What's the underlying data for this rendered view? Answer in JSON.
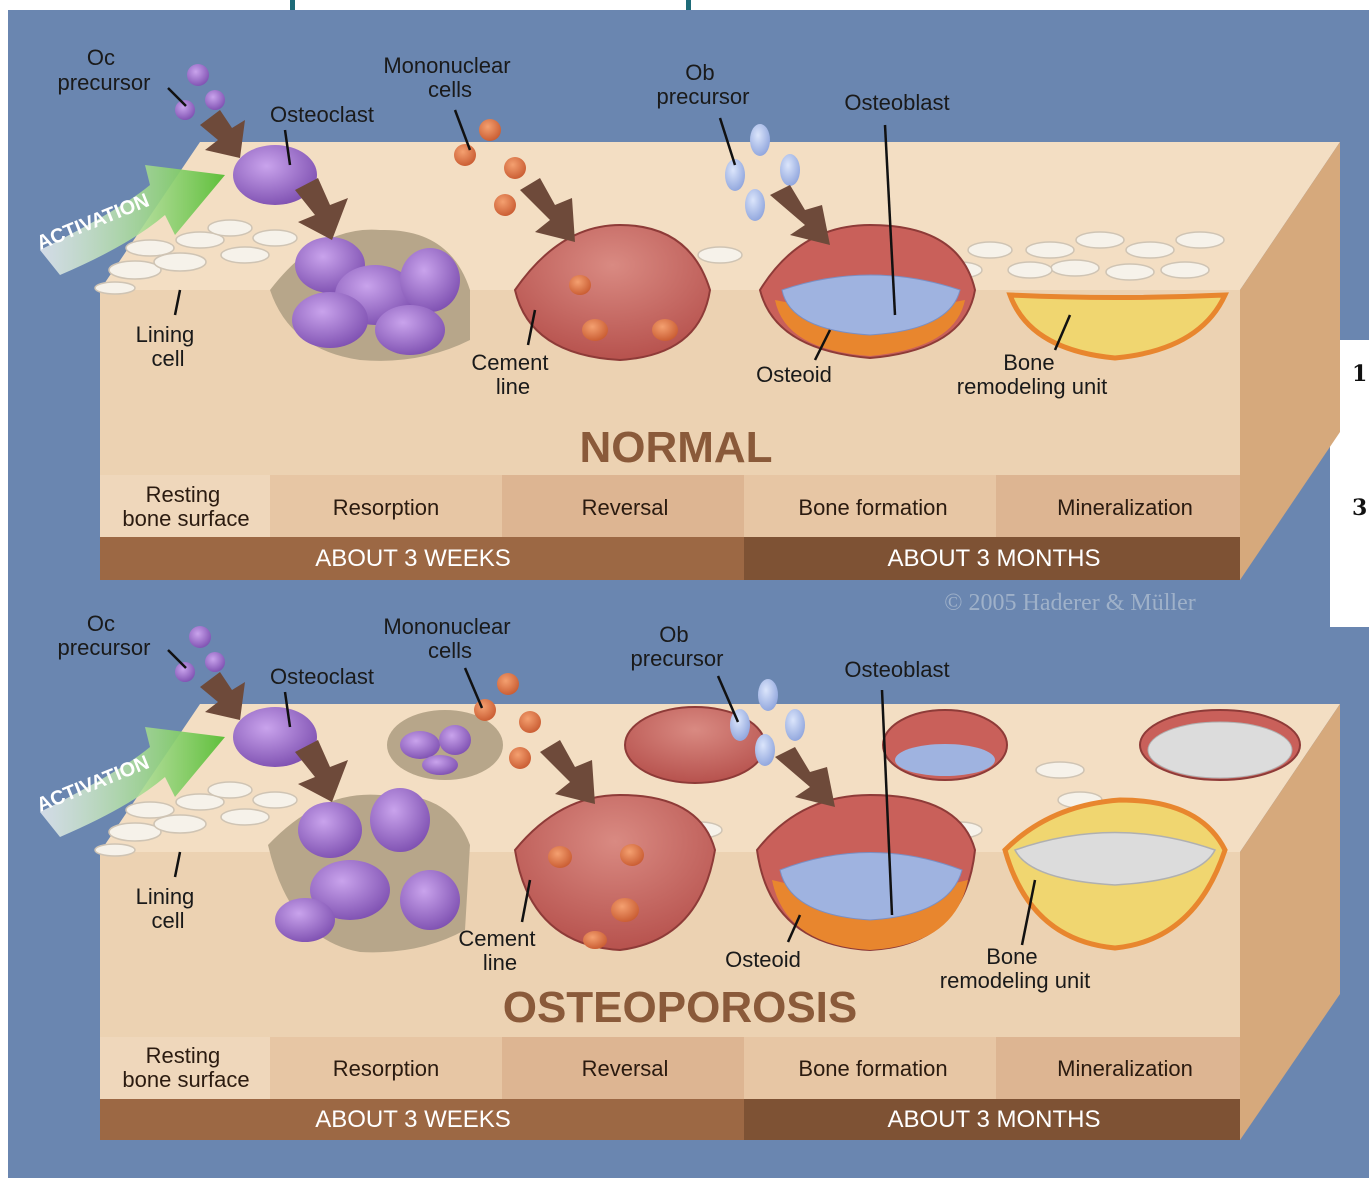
{
  "panels": [
    {
      "title": "NORMAL",
      "labels": {
        "oc_precursor": [
          "Oc",
          "precursor"
        ],
        "osteoclast": "Osteoclast",
        "mononuclear": [
          "Mononuclear",
          "cells"
        ],
        "ob_precursor": [
          "Ob",
          "precursor"
        ],
        "osteoblast": "Osteoblast",
        "activation": "ACTIVATION",
        "lining_cell": [
          "Lining",
          "cell"
        ],
        "cement_line": [
          "Cement",
          "line"
        ],
        "osteoid": "Osteoid",
        "bone_unit": [
          "Bone",
          "remodeling unit"
        ]
      },
      "stages": [
        "Resting bone surface",
        "Resorption",
        "Reversal",
        "Bone formation",
        "Mineralization"
      ],
      "stage_first_lines": [
        "Resting",
        "bone surface"
      ],
      "durations": [
        "ABOUT 3 WEEKS",
        "ABOUT 3 MONTHS"
      ]
    },
    {
      "title": "OSTEOPOROSIS",
      "labels": {
        "oc_precursor": [
          "Oc",
          "precursor"
        ],
        "osteoclast": "Osteoclast",
        "mononuclear": [
          "Mononuclear",
          "cells"
        ],
        "ob_precursor": [
          "Ob",
          "precursor"
        ],
        "osteoblast": "Osteoblast",
        "activation": "ACTIVATION",
        "lining_cell": [
          "Lining",
          "cell"
        ],
        "cement_line": [
          "Cement",
          "line"
        ],
        "osteoid": "Osteoid",
        "bone_unit": [
          "Bone",
          "remodeling unit"
        ]
      },
      "stages": [
        "Resting bone surface",
        "Resorption",
        "Reversal",
        "Bone formation",
        "Mineralization"
      ],
      "stage_first_lines": [
        "Resting",
        "bone surface"
      ],
      "durations": [
        "ABOUT 3 WEEKS",
        "ABOUT 3 MONTHS"
      ]
    }
  ],
  "copyright": "© 2005 Haderer & Müller",
  "side_numbers": [
    "1",
    "3"
  ],
  "colors": {
    "background": "#6a86b0",
    "bone_top": "#f3dec3",
    "bone_front": "#ecd2b2",
    "band_dark": "#8a5a3a",
    "osteoclast": "#9a6bc9",
    "pit_red": "#c9605a",
    "osteoblast": "#9fb3e0",
    "osteoid": "#e8862e",
    "mineral": "#f0d670",
    "activation": "#5fbf3a"
  }
}
